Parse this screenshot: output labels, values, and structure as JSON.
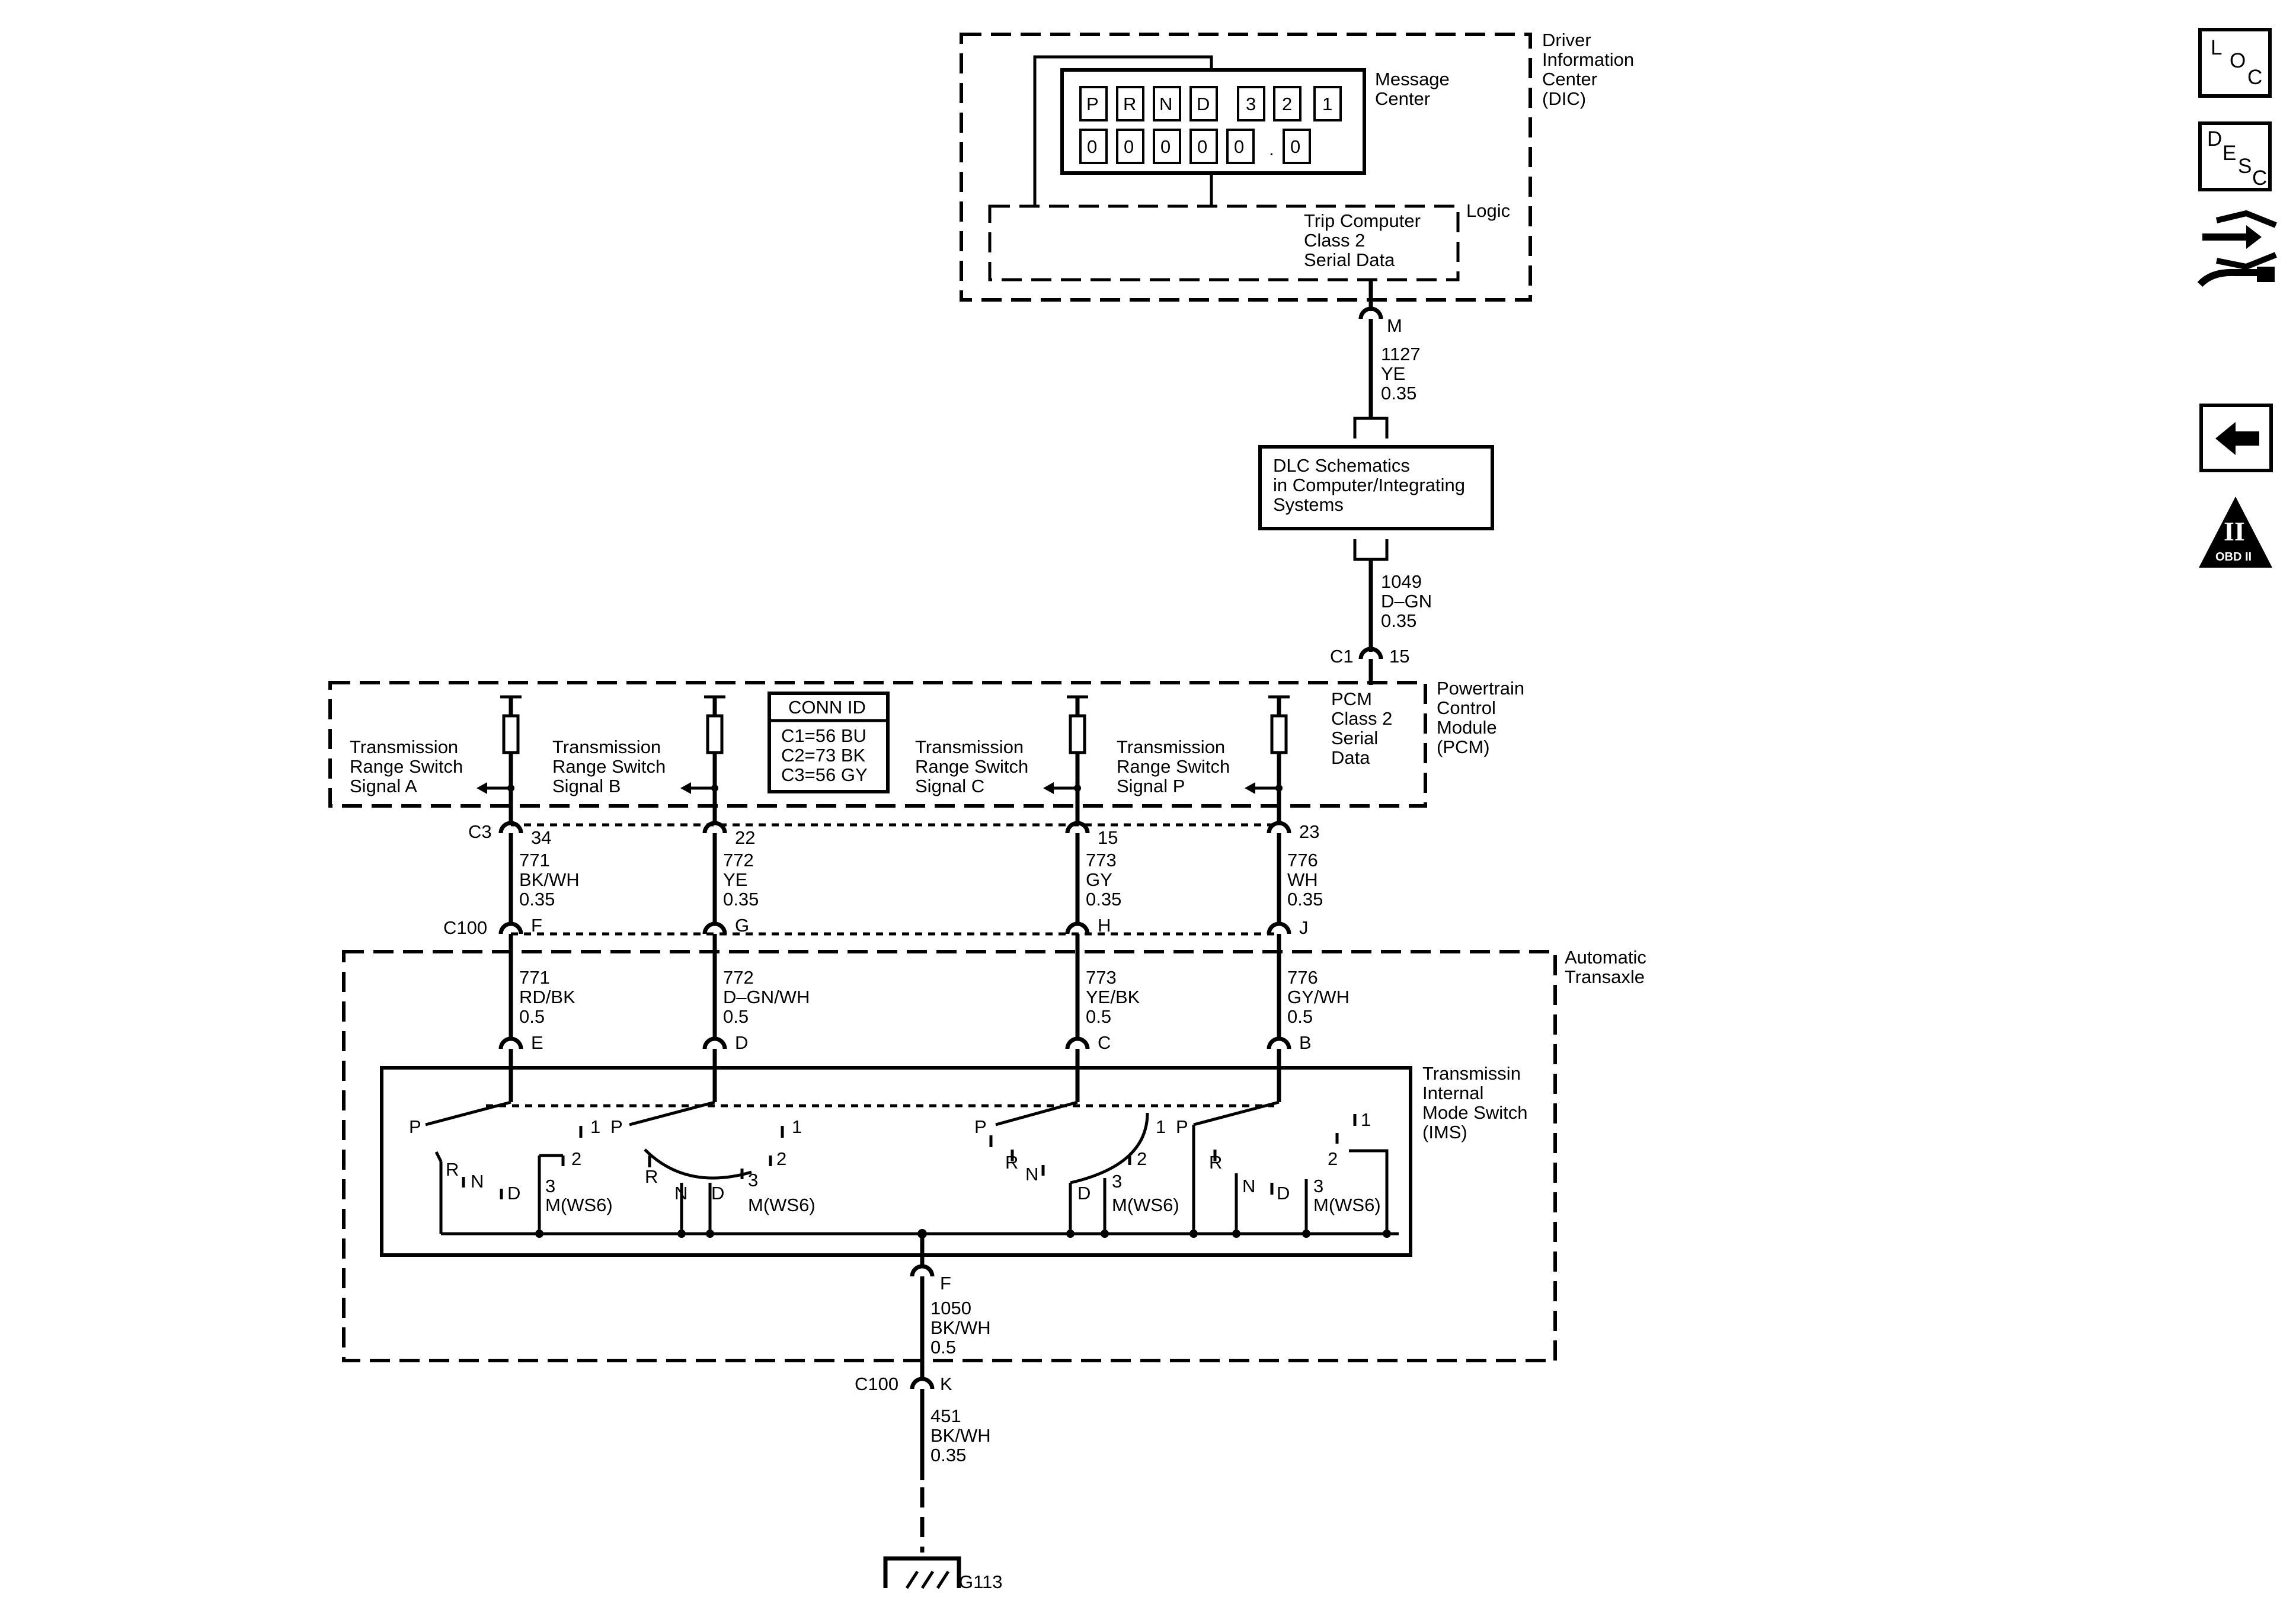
{
  "dic": {
    "title_lines": [
      "Driver",
      "Information",
      "Center",
      "(DIC)"
    ],
    "message_center": [
      "Message",
      "Center"
    ],
    "display_row1": [
      "P",
      "R",
      "N",
      "D",
      "3",
      "2",
      "1"
    ],
    "display_row2": [
      "0",
      "0",
      "0",
      "0",
      "0",
      ".",
      "0"
    ],
    "logic_label": "Logic",
    "trip_computer_lines": [
      "Trip Computer",
      "Class 2",
      "Serial Data"
    ],
    "pin": "M"
  },
  "wire_dic_dlc": {
    "circuit": "1127",
    "color": "YE",
    "gauge": "0.35"
  },
  "dlc": {
    "lines": [
      "DLC Schematics",
      "in Computer/Integrating",
      "Systems"
    ]
  },
  "wire_dlc_pcm": {
    "circuit": "1049",
    "color": "D–GN",
    "gauge": "0.35"
  },
  "pcm_conn": {
    "connector": "C1",
    "pin": "15"
  },
  "pcm": {
    "title_lines": [
      "Powertrain",
      "Control",
      "Module",
      "(PCM)"
    ],
    "serial_lines": [
      "PCM",
      "Class 2",
      "Serial",
      "Data"
    ],
    "signals": [
      [
        "Transmission",
        "Range Switch",
        "Signal A"
      ],
      [
        "Transmission",
        "Range Switch",
        "Signal B"
      ],
      [
        "Transmission",
        "Range Switch",
        "Signal C"
      ],
      [
        "Transmission",
        "Range Switch",
        "Signal P"
      ]
    ],
    "conn_id_title": "CONN ID",
    "conn_id_lines": [
      "C1=56 BU",
      "C2=73 BK",
      "C3=56 GY"
    ]
  },
  "c3_label": "C3",
  "c3_pins": [
    "34",
    "22",
    "15",
    "23"
  ],
  "upper_wires": [
    {
      "circuit": "771",
      "color": "BK/WH",
      "gauge": "0.35"
    },
    {
      "circuit": "772",
      "color": "YE",
      "gauge": "0.35"
    },
    {
      "circuit": "773",
      "color": "GY",
      "gauge": "0.35"
    },
    {
      "circuit": "776",
      "color": "WH",
      "gauge": "0.35"
    }
  ],
  "c100_label": "C100",
  "c100_pins": [
    "F",
    "G",
    "H",
    "J"
  ],
  "transaxle": {
    "title_lines": [
      "Automatic",
      "Transaxle"
    ]
  },
  "lower_wires": [
    {
      "circuit": "771",
      "color": "RD/BK",
      "gauge": "0.5"
    },
    {
      "circuit": "772",
      "color": "D–GN/WH",
      "gauge": "0.5"
    },
    {
      "circuit": "773",
      "color": "YE/BK",
      "gauge": "0.5"
    },
    {
      "circuit": "776",
      "color": "GY/WH",
      "gauge": "0.5"
    }
  ],
  "ims_pins": [
    "E",
    "D",
    "C",
    "B"
  ],
  "ims": {
    "title_lines": [
      "Transmissin",
      "Internal",
      "Mode Switch",
      "(IMS)"
    ],
    "positions": {
      "p": "P",
      "r": "R",
      "n": "N",
      "d": "D",
      "p3": "3",
      "p2": "2",
      "p1": "1",
      "m": "M(WS6)"
    }
  },
  "ground_pin": "F",
  "wire_ims_c100": {
    "circuit": "1050",
    "color": "BK/WH",
    "gauge": "0.5"
  },
  "ground_conn": {
    "connector": "C100",
    "pin": "K"
  },
  "wire_ground": {
    "circuit": "451",
    "color": "BK/WH",
    "gauge": "0.35"
  },
  "ground_label": "G113",
  "side_icons": {
    "loc_letters": [
      "L",
      "O",
      "C"
    ],
    "desc_letters": [
      "D",
      "E",
      "S",
      "C"
    ],
    "obd_roman": "II",
    "obd_label": "OBD II",
    "icon_names": [
      "loc-icon",
      "desc-icon",
      "connector-view-icon",
      "back-arrow-icon",
      "obd-ii-icon"
    ]
  }
}
